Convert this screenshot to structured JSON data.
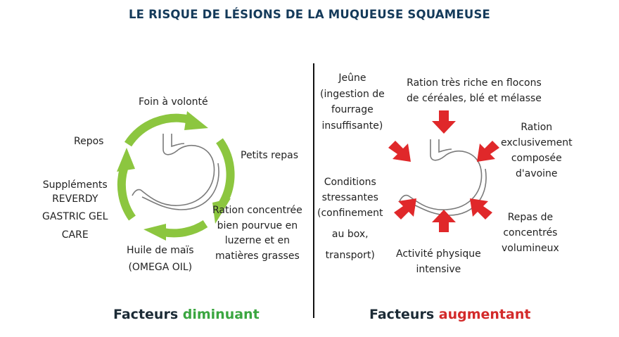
{
  "title": "LE RISQUE DE LÉSIONS DE LA MUQUEUSE SQUAMEUSE",
  "left": {
    "labels": {
      "foin": "Foin à volonté",
      "repos": "Repos",
      "petits_repas": "Petits repas",
      "supplements": [
        "Suppléments",
        "REVERDY",
        "GASTRIC GEL",
        "CARE"
      ],
      "ration": [
        "Ration concentrée",
        "bien pourvue en",
        "luzerne et en",
        "matières grasses"
      ],
      "huile": [
        "Huile de maïs",
        "(OMEGA OIL)"
      ]
    },
    "footer": {
      "prefix": "Facteurs",
      "highlight": "diminuant",
      "color": "#3aa640"
    },
    "arrow_color": "#8cc63f"
  },
  "right": {
    "labels": {
      "jeune": [
        "Jeûne",
        "(ingestion de",
        "fourrage",
        "insuffisante)"
      ],
      "ration_riche": [
        "Ration très riche en flocons",
        "de céréales, blé et mélasse"
      ],
      "ration_avoine": [
        "Ration",
        "exclusivement",
        "composée",
        "d'avoine"
      ],
      "conditions": [
        "Conditions",
        "stressantes",
        "(confinement",
        "au box,",
        "transport)"
      ],
      "repas_concentres": [
        "Repas de",
        "concentrés",
        "volumineux"
      ],
      "activite": [
        "Activité physique",
        "intensive"
      ]
    },
    "footer": {
      "prefix": "Facteurs",
      "highlight": "augmentant",
      "color": "#d32a2a"
    },
    "arrow_color": "#e0282a"
  }
}
